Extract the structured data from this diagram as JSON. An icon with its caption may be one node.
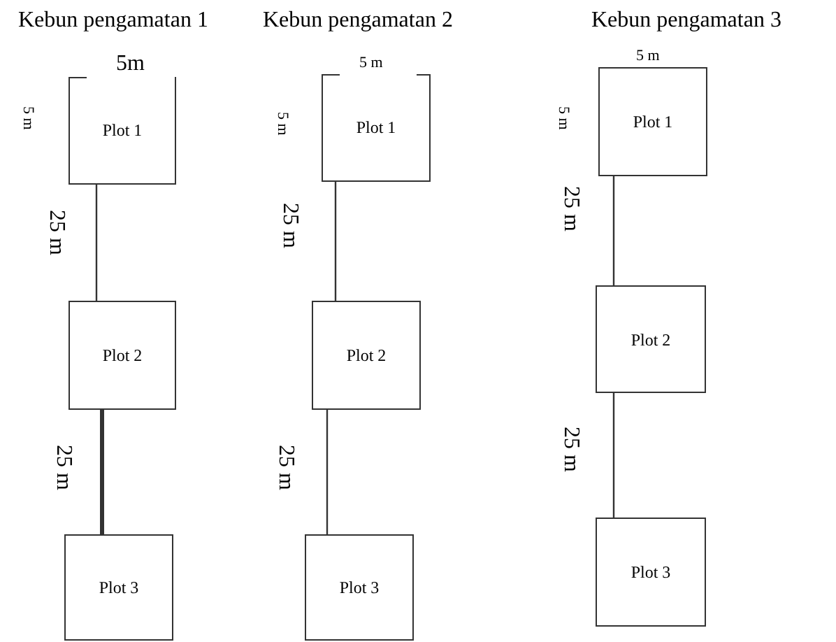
{
  "diagram": {
    "nodes": [
      {
        "text": [
          "Plot 1"
        ]
      },
      {
        "text": [
          "Plot 2"
        ]
      },
      {
        "text": [
          "Plot 3"
        ]
      },
      {
        "text": [
          "Plot 1"
        ]
      },
      {
        "text": [
          "Plot 2"
        ]
      },
      {
        "text": [
          "Plot 3"
        ]
      },
      {
        "text": [
          "Plot 1"
        ]
      },
      {
        "text": [
          "Plot 2"
        ]
      },
      {
        "text": [
          "Plot 3"
        ]
      }
    ],
    "edges": [
      {
        "from": 0,
        "to": 1,
        "arrow": "none"
      },
      {
        "from": 1,
        "to": 2,
        "arrow": "none",
        "style": "thick"
      },
      {
        "from": 3,
        "to": 4,
        "arrow": "none"
      },
      {
        "from": 4,
        "to": 5,
        "arrow": "none"
      },
      {
        "from": 6,
        "to": 7,
        "arrow": "none"
      },
      {
        "from": 7,
        "to": 8,
        "arrow": "none"
      }
    ],
    "labels": [
      "Kebun pengamatan 1",
      "Kebun pengamatan 2",
      "Kebun pengamatan 3",
      "5m",
      "5 m",
      "5 m",
      "5 m",
      "5 m",
      "5 m",
      "25 m",
      "25 m",
      "25 m",
      "25 m",
      "25 m",
      "25 m"
    ]
  }
}
